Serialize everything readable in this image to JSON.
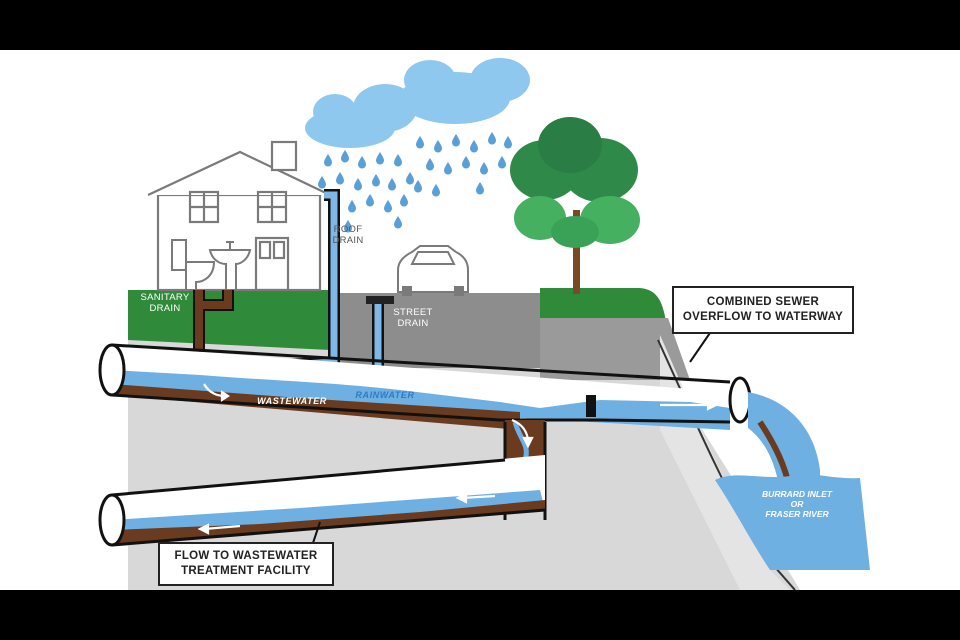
{
  "labels": {
    "roof_drain": [
      "ROOF",
      "DRAIN"
    ],
    "sanitary_drain": [
      "SANITARY",
      "DRAIN"
    ],
    "street_drain": [
      "STREET",
      "DRAIN"
    ],
    "wastewater": "WASTEWATER",
    "rainwater": "RAINWATER",
    "combined_sewer_overflow": [
      "COMBINED SEWER",
      "OVERFLOW TO WATERWAY"
    ],
    "flow_to_treatment": [
      "FLOW TO WASTEWATER",
      "TREATMENT FACILITY"
    ],
    "waterway": [
      "BURRARD INLET",
      "OR",
      "FRASER RIVER"
    ]
  },
  "colors": {
    "rain": "#5aa0d8",
    "cloud": "#8dc6ec",
    "grass": "#2e8b3a",
    "road": "#8a8a8a",
    "soil": "#d6d6d6",
    "wastewater": "#6b3b1f",
    "rainwater": "#5fa4de",
    "tree_dark": "#2a8b4a",
    "tree_light": "#3fae5f",
    "pipe_outline": "#111111",
    "house_line": "#7a7a7a"
  },
  "icons": [
    "cloud-icon",
    "raindrop-icon",
    "house-icon",
    "toilet-icon",
    "sink-icon",
    "car-icon",
    "tree-icon",
    "storm-grate-icon",
    "flow-arrow-icon"
  ]
}
